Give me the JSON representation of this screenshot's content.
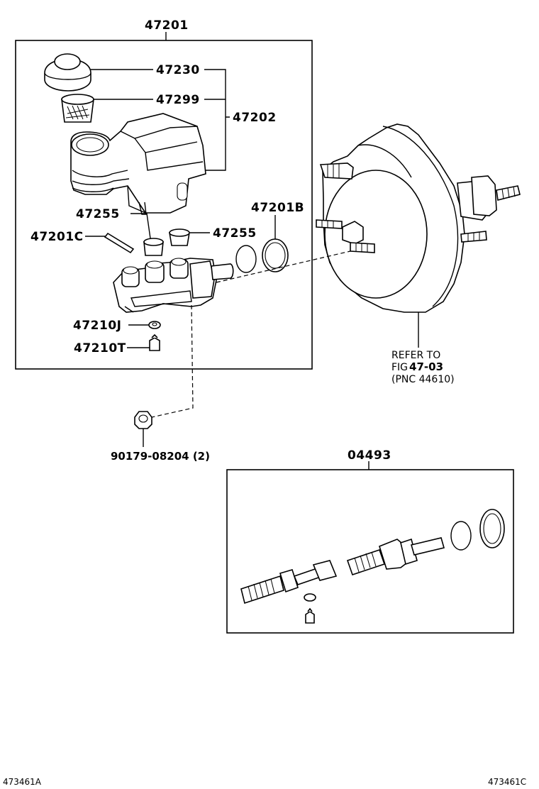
{
  "labels": {
    "master_cylinder_assembly": "47201",
    "reservoir_cap": "47230",
    "strainer": "47299",
    "reservoir_subassembly": "47202",
    "grommet_left": "47255",
    "grommet_right": "47255",
    "pin": "47201C",
    "ring_seal": "47201B",
    "union_gasket": "47210J",
    "bleeder_plug": "47210T",
    "nut": "90179-08204 (2)",
    "repair_kit": "04493"
  },
  "booster_reference": {
    "line1": "REFER TO",
    "line2_prefix": "FIG",
    "line2_fig": "47-03",
    "line3": "(PNC 44610)"
  },
  "corner_codes": {
    "left": "473461A",
    "right": "473461C"
  }
}
